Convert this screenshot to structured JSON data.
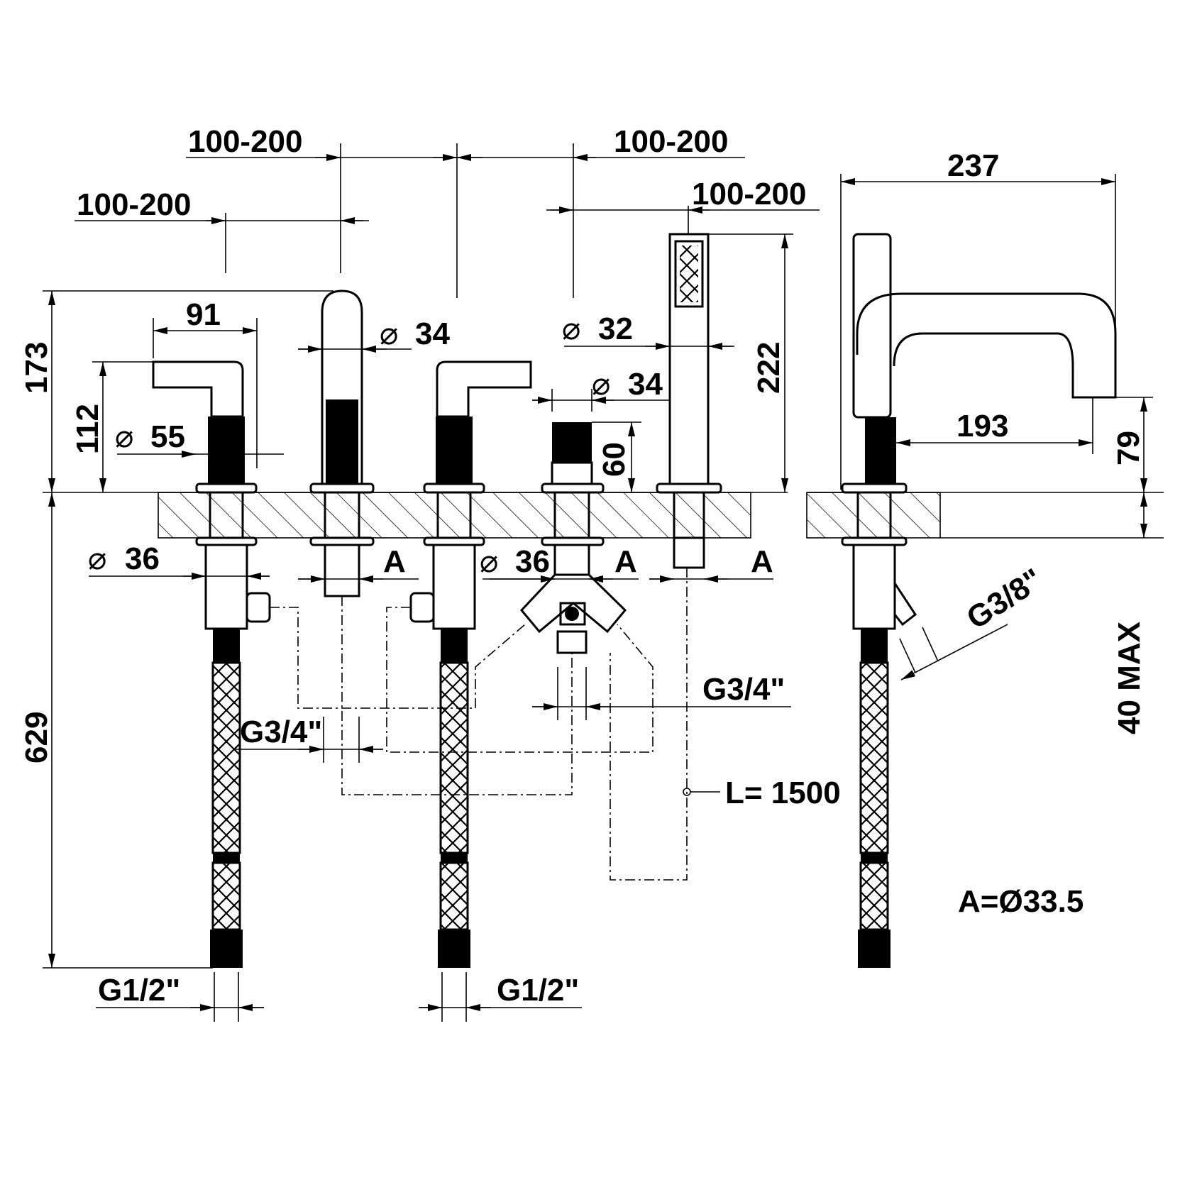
{
  "dimensions": {
    "spacing_top_left": "100-200",
    "spacing_top_mid": "100-200",
    "spacing_mid_left": "100-200",
    "spacing_right": "100-200",
    "overall_depth": "237",
    "handle_width": "91",
    "spout_diameter": "34",
    "shower_handle_diameter": "32",
    "diverter_diameter": "34",
    "total_height": "173",
    "handle_height": "112",
    "base_diameter": "55",
    "diverter_height": "60",
    "shower_height": "222",
    "spout_reach": "193",
    "spout_clearance": "79",
    "valve_diameter_left": "36",
    "valve_diameter_mid": "36",
    "hole_a1": "A",
    "hole_a2": "A",
    "hole_a3": "A",
    "thread_g38": "G3/8\"",
    "deck_thickness": "40 MAX",
    "thread_g34_left": "G3/4\"",
    "thread_g34_right": "G3/4\"",
    "hose_length": "L= 1500",
    "underside_length": "629",
    "thread_g12_left": "G1/2\"",
    "thread_g12_mid": "G1/2\"",
    "note_a": "A=Ø33.5"
  },
  "symbols": {
    "diameter": "⌀"
  }
}
